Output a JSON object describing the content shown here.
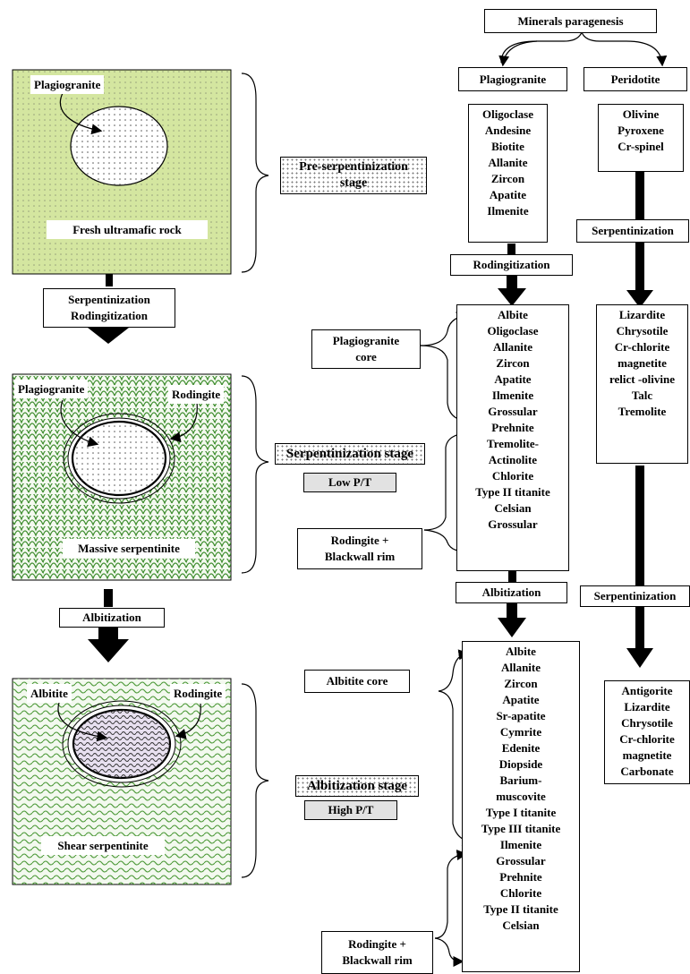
{
  "panels": {
    "pre": {
      "host": "Plagiogranite",
      "rock": "Fresh ultramafic   rock"
    },
    "serp": {
      "host": "Plagiogranite",
      "rim": "Rodingite",
      "rock": "Massive serpentinite"
    },
    "alb": {
      "host": "Albitite",
      "rim": "Rodingite",
      "rock": "Shear serpentinite"
    }
  },
  "left_arrows": {
    "first": [
      "Serpentinization",
      "Rodingitization"
    ],
    "second": "Albitization"
  },
  "stages": {
    "pre": [
      "Pre-serpentinization",
      "stage"
    ],
    "serp": "Serpentinization stage",
    "serp_pt": "Low P/T",
    "alb": "Albitization stage",
    "alb_pt": "High P/T"
  },
  "side_labels": {
    "plag_core": [
      "Plagiogranite",
      "core"
    ],
    "rod_rim_1": [
      "Rodingite +",
      "Blackwall rim"
    ],
    "alb_core": "Albitite  core",
    "rod_rim_2": [
      "Rodingite +",
      "Blackwall rim"
    ]
  },
  "paragenesis": {
    "title": "Minerals paragenesis",
    "plag_header": "Plagiogranite",
    "perid_header": "Peridotite",
    "plag_primary": [
      "Oligoclase",
      "Andesine",
      "Biotite",
      "Allanite",
      "Zircon",
      "Apatite",
      "Ilmenite"
    ],
    "perid_primary": [
      "Olivine",
      "Pyroxene",
      "Cr-spinel"
    ],
    "rodingitization": "Rodingitization",
    "serpentinization_1": "Serpentinization",
    "plag_serp": [
      "Albite",
      "Oligoclase",
      "Allanite",
      "Zircon",
      "Apatite",
      "Ilmenite",
      "Grossular",
      "Prehnite",
      "Tremolite-",
      "Actinolite",
      "Chlorite",
      "Type II titanite",
      "Celsian",
      "Grossular"
    ],
    "perid_serp": [
      "Lizardite",
      "Chrysotile",
      "Cr-chlorite",
      "magnetite",
      "relict -olivine",
      "Talc",
      "Tremolite"
    ],
    "albitization": "Albitization",
    "serpentinization_2": "Serpentinization",
    "plag_alb": [
      "Albite",
      "Allanite",
      "Zircon",
      "Apatite",
      "Sr-apatite",
      "Cymrite",
      "Edenite",
      "Diopside",
      "Barium-",
      "muscovite",
      "Type I titanite",
      "Type III titanite",
      "Ilmenite",
      "Grossular",
      "Prehnite",
      "Chlorite",
      "Type II titanite",
      "Celsian"
    ],
    "perid_alb": [
      "Antigorite",
      "Lizardite",
      "Chrysotile",
      "Cr-chlorite",
      "magnetite",
      "Carbonate"
    ]
  }
}
